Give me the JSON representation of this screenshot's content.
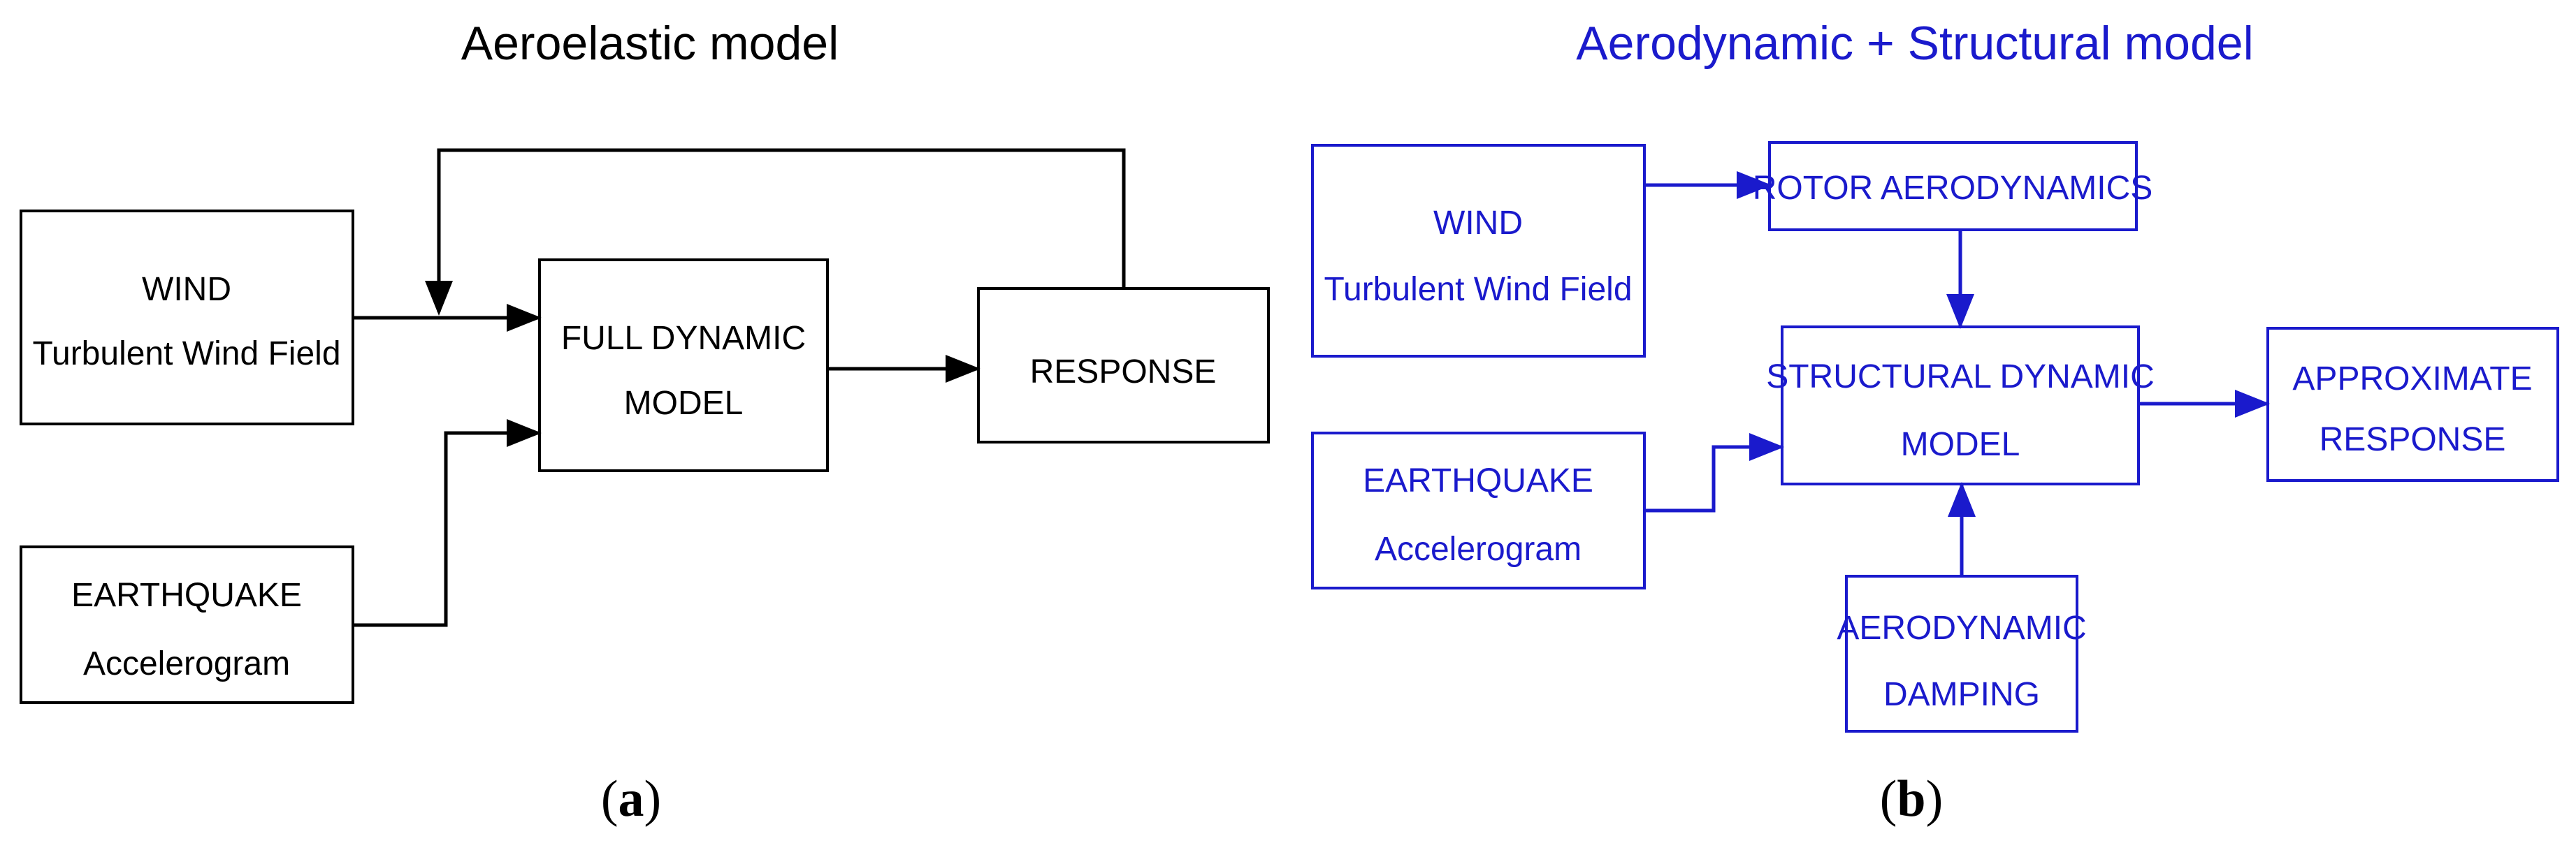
{
  "colors": {
    "black": "#000000",
    "blue": "#1a1acc"
  },
  "panel_a": {
    "title": "Aeroelastic model",
    "wind": {
      "line1": "WIND",
      "line2": "Turbulent Wind Field"
    },
    "earthquake": {
      "line1": "EARTHQUAKE",
      "line2": "Accelerogram"
    },
    "full_model": {
      "line1": "FULL DYNAMIC",
      "line2": "MODEL"
    },
    "response": {
      "line1": "RESPONSE"
    },
    "caption_open": "(",
    "caption_letter": "a",
    "caption_close": ")"
  },
  "panel_b": {
    "title": "Aerodynamic + Structural model",
    "wind": {
      "line1": "WIND",
      "line2": "Turbulent Wind Field"
    },
    "earthquake": {
      "line1": "EARTHQUAKE",
      "line2": "Accelerogram"
    },
    "rotor": {
      "line1": "ROTOR AERODYNAMICS"
    },
    "structural": {
      "line1": "STRUCTURAL DYNAMIC",
      "line2": "MODEL"
    },
    "approx": {
      "line1": "APPROXIMATE",
      "line2": "RESPONSE"
    },
    "damping": {
      "line1": "AERODYNAMIC",
      "line2": "DAMPING"
    },
    "caption_open": "(",
    "caption_letter": "b",
    "caption_close": ")"
  }
}
